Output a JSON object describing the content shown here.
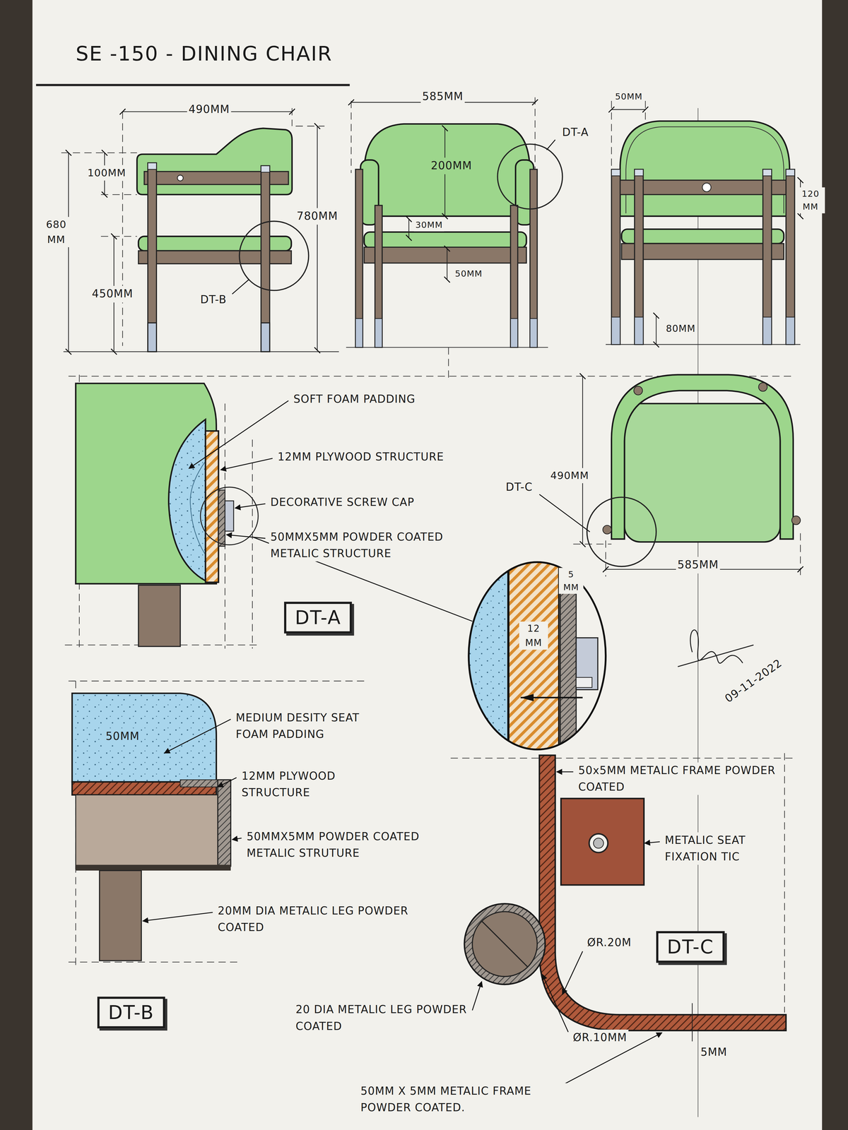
{
  "diagram": {
    "title": "SE -150 - DINING CHAIR",
    "nodes": [
      {
        "text": [
          "DT-A"
        ]
      },
      {
        "text": [
          "DT-B"
        ]
      },
      {
        "text": [
          "DT-C"
        ]
      }
    ],
    "labels": [
      "490MM",
      "100MM",
      "680 MM",
      "780MM",
      "450MM",
      "DT-B",
      "585MM",
      "DT-A",
      "200MM",
      "30MM",
      "50MM",
      "50MM",
      "120 MM",
      "80MM",
      "DT-C",
      "490MM",
      "585MM",
      "SOFT FOAM PADDING",
      "12MM PLYWOOD STRUCTURE",
      "DECORATIVE SCREW CAP",
      "50MMX5MM POWDER COATED METALIC STRUCTURE",
      "5 MM",
      "12 MM",
      "09-11-2022",
      "50MM",
      "MEDIUM DESITY SEAT FOAM PADDING",
      "12MM PLYWOOD STRUCTURE",
      "50MMX5MM POWDER COATED METALIC STRUTURE",
      "20MM DIA METALIC LEG POWDER COATED",
      "50x5MM METALIC FRAME POWDER COATED",
      "METALIC SEAT FIXATION TIC",
      "ØR.20M",
      "ØR.10MM",
      "20 DIA METALIC LEG POWDER COATED",
      "5MM",
      "50MM X 5MM METALIC FRAME POWDER COATED."
    ]
  }
}
